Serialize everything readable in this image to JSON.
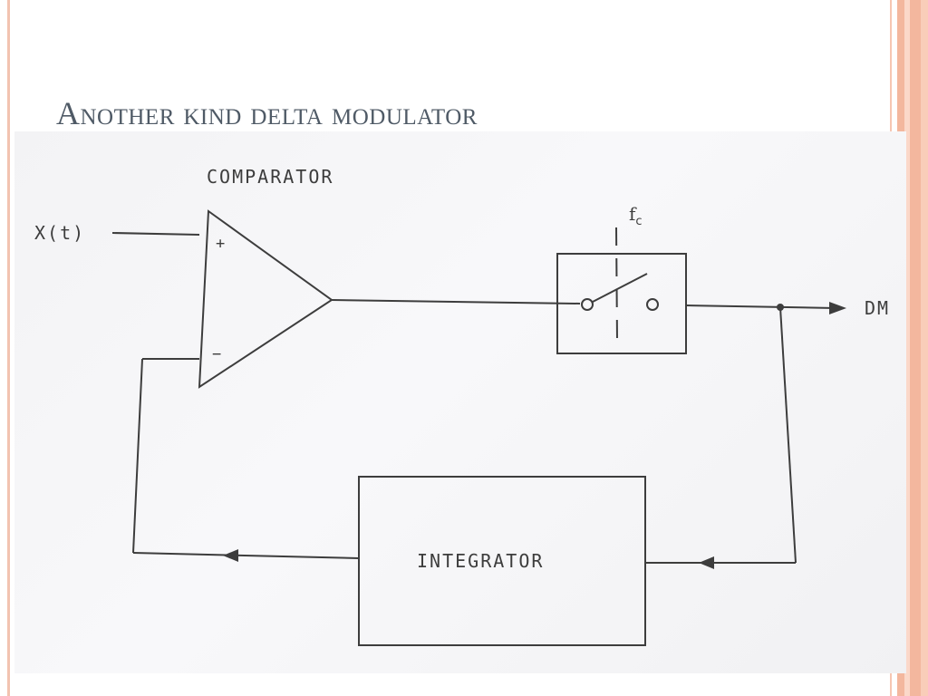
{
  "slide": {
    "title": "Another kind delta modulator"
  },
  "diagram": {
    "comparator_label": "COMPARATOR",
    "input_label": "X(t)",
    "plus_sign": "+",
    "minus_sign": "−",
    "clock_label": "f",
    "clock_subscript": "c",
    "output_label": "DM",
    "integrator_label": "INTEGRATOR"
  },
  "colors": {
    "slide_border": "#f3b79e",
    "title_text": "#4f5a66",
    "ink": "#3d3d3d"
  }
}
